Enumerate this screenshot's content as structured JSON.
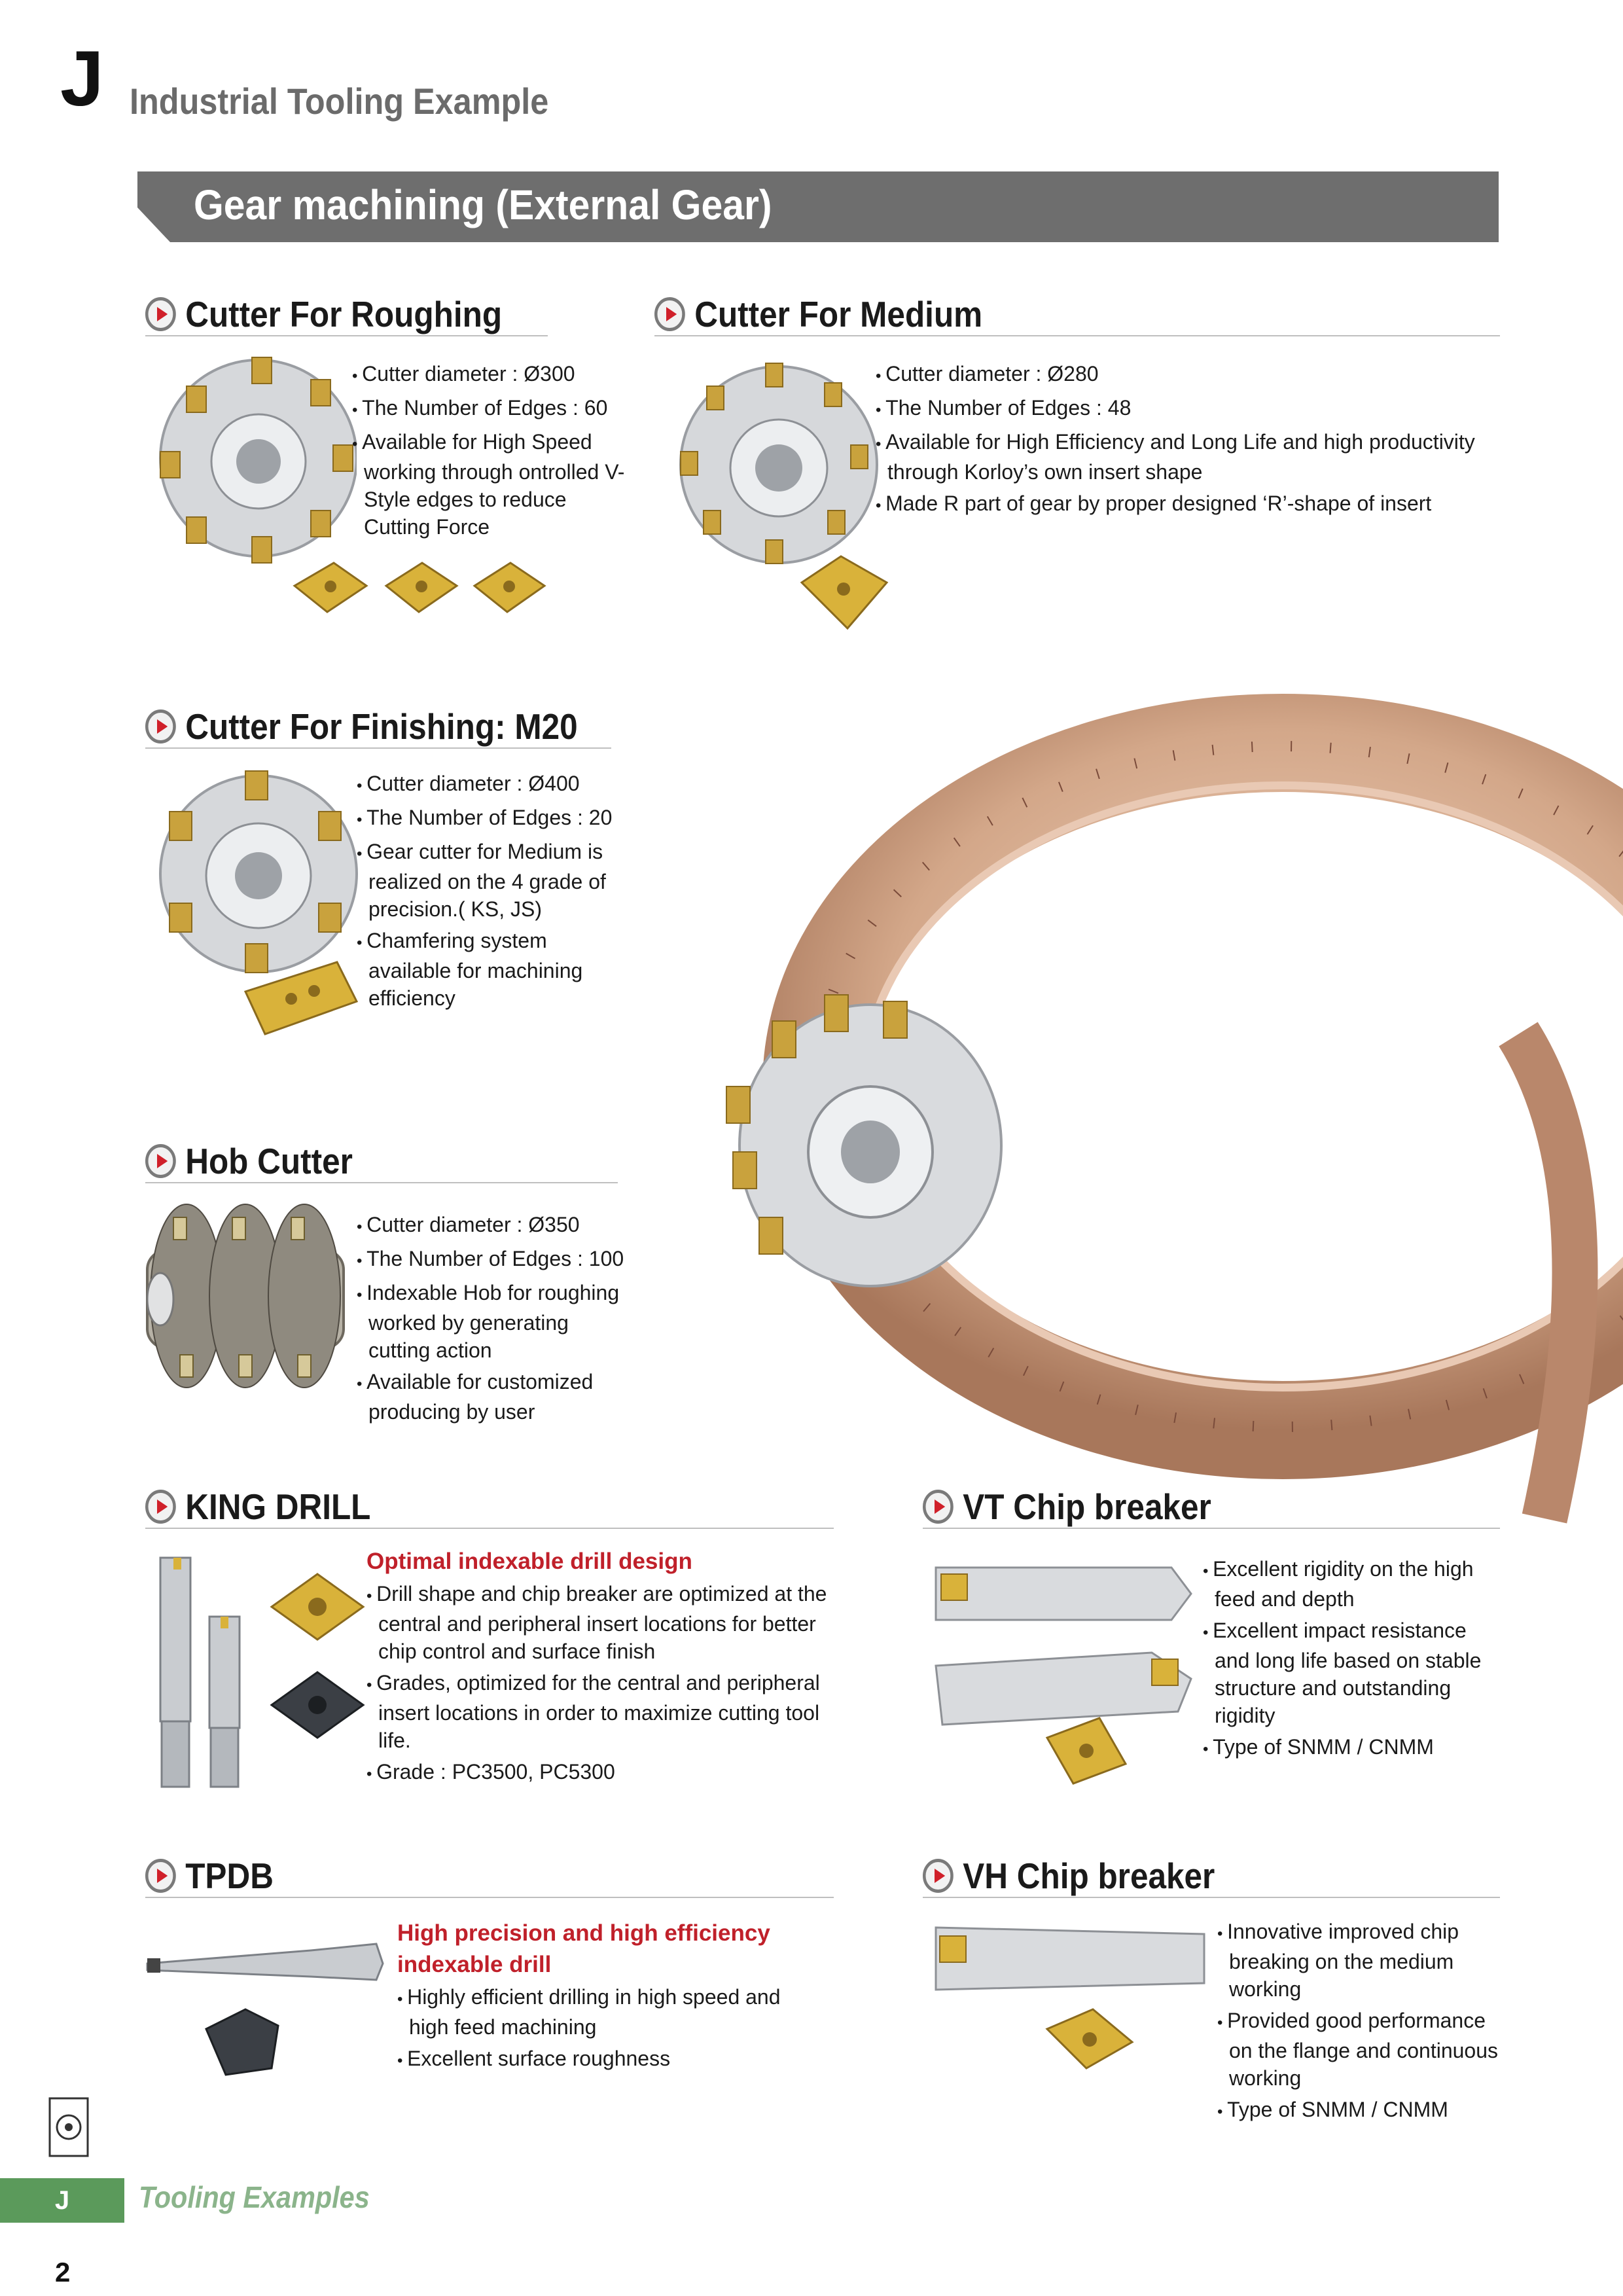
{
  "header": {
    "letter": "J",
    "title": "Industrial Tooling Example"
  },
  "banner": {
    "title": "Gear machining (External Gear)"
  },
  "sections": {
    "roughing": {
      "title": "Cutter For Roughing",
      "bullets": [
        "Cutter diameter : Ø300",
        "The Number of Edges : 60",
        "Available for High Speed working through ontrolled V-Style edges to reduce Cutting Force"
      ]
    },
    "medium": {
      "title": "Cutter For Medium",
      "bullets": [
        "Cutter diameter : Ø280",
        "The Number of Edges : 48",
        "Available for High Efficiency and Long Life and high productivity through Korloy’s own insert shape",
        "Made R part of gear by proper   designed ‘R’-shape of insert"
      ]
    },
    "finishing": {
      "title": "Cutter For Finishing: M20",
      "bullets": [
        "Cutter diameter : Ø400",
        "The Number of Edges : 20",
        "Gear cutter for Medium is realized on the 4 grade of precision.( KS, JS)",
        "Chamfering system available for machining efficiency"
      ]
    },
    "hob": {
      "title": "Hob Cutter",
      "bullets": [
        "Cutter diameter : Ø350",
        "The Number of Edges : 100",
        "Indexable Hob for roughing worked by generating cutting action",
        "Available for customized producing by user"
      ]
    },
    "king_drill": {
      "title": "KING DRILL",
      "headline": "Optimal indexable drill design",
      "bullets": [
        "Drill shape and chip breaker are optimized at the central and peripheral insert locations for better chip control and surface finish",
        "Grades, optimized for the central and peripheral insert locations in order to maximize cutting tool life.",
        "Grade : PC3500, PC5300"
      ]
    },
    "vt": {
      "title": "VT Chip breaker",
      "bullets": [
        "Excellent rigidity on the high feed and depth",
        "Excellent impact resistance and long life based on stable structure and outstanding rigidity",
        "Type of SNMM / CNMM"
      ]
    },
    "tpdb": {
      "title": "TPDB",
      "headline_1": "High precision and high efficiency",
      "headline_2": "indexable drill",
      "bullets": [
        "Highly efficient drilling in high speed and high feed machining",
        "Excellent surface roughness"
      ]
    },
    "vh": {
      "title": "VH Chip breaker",
      "bullets": [
        "Innovative improved chip breaking on the medium working",
        "Provided good performance on the flange and continuous working",
        "Type of SNMM / CNMM"
      ]
    }
  },
  "footer": {
    "tab_letter": "J",
    "tab_text": "Tooling Examples",
    "page_number": "2"
  },
  "colors": {
    "banner": "#6e6e6e",
    "accent_red": "#c0202a",
    "side_tab": "#5b9a5b",
    "gear_bronze": "#c9997a"
  }
}
